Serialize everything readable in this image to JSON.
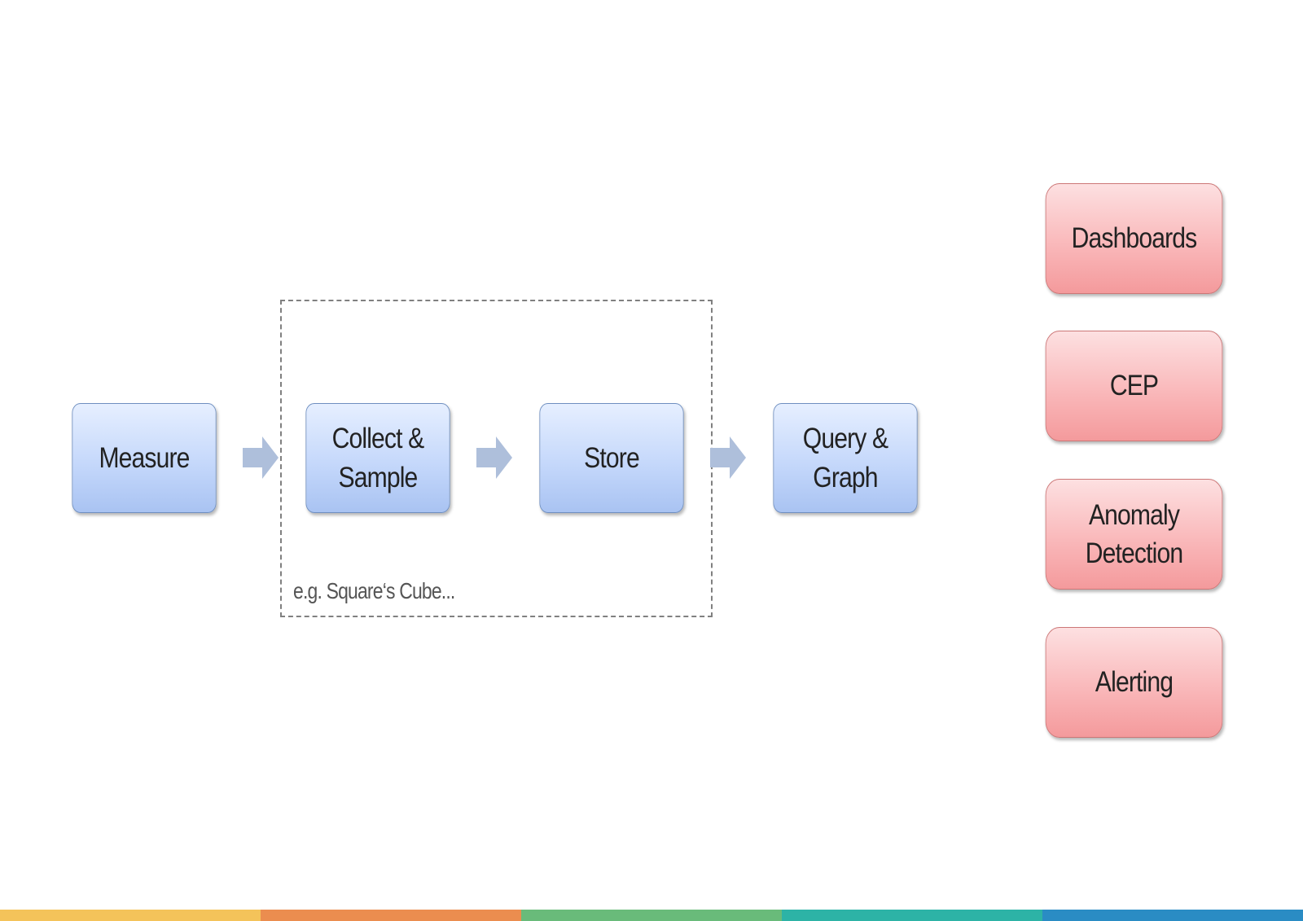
{
  "pipeline": {
    "steps": [
      {
        "label": "Measure"
      },
      {
        "label": "Collect &\nSample"
      },
      {
        "label": "Store"
      },
      {
        "label": "Query &\nGraph"
      }
    ],
    "group_caption": "e.g. Square‘s Cube..."
  },
  "outputs": [
    {
      "label": "Dashboards"
    },
    {
      "label": "CEP"
    },
    {
      "label": "Anomaly\nDetection"
    },
    {
      "label": "Alerting"
    }
  ],
  "colors": {
    "step_fill": "#c5d8fb",
    "output_fill": "#f9b5b7",
    "arrow": "#aebfdb",
    "bottom_bar": [
      "#f4c35a",
      "#eb8d4f",
      "#69bb7a",
      "#2db3a6",
      "#2a8cc4"
    ]
  }
}
